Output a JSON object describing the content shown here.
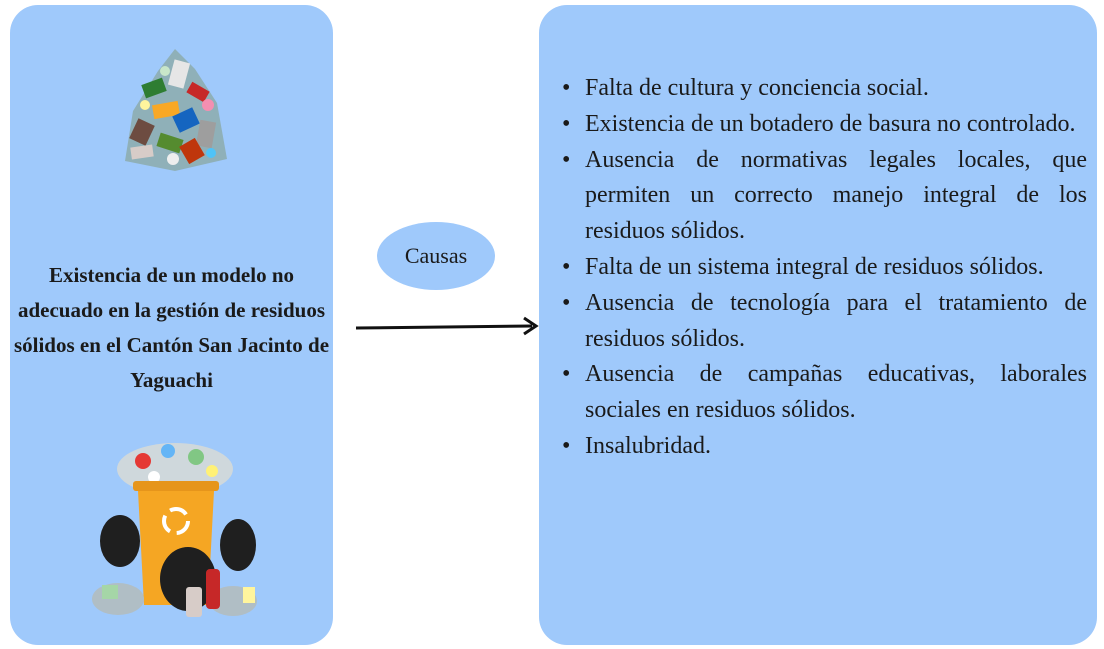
{
  "diagram": {
    "problem": {
      "text": "Existencia de un modelo no adecuado en la gestión de residuos sólidos en el Cantón San Jacinto de Yaguachi"
    },
    "connector_label": "Causas",
    "causes": [
      "Falta de cultura y conciencia social.",
      "Existencia de un botadero de basura no controlado.",
      "Ausencia de normativas legales locales, que permiten un correcto manejo integral de los residuos sólidos.",
      "Falta de un sistema integral de residuos sólidos.",
      "Ausencia de tecnología para el tratamiento de residuos sólidos.",
      "Ausencia de campañas educativas, laborales sociales en residuos sólidos.",
      "Insalubridad."
    ],
    "colors": {
      "panel": "#9fc9fb",
      "bin": "#f5a623",
      "bags": "#1f1f1f",
      "arrow": "#111111"
    },
    "icons": [
      "garbage-pile-icon",
      "recycle-bin-icon",
      "recycle-symbol-icon",
      "arrow-right-icon"
    ]
  }
}
